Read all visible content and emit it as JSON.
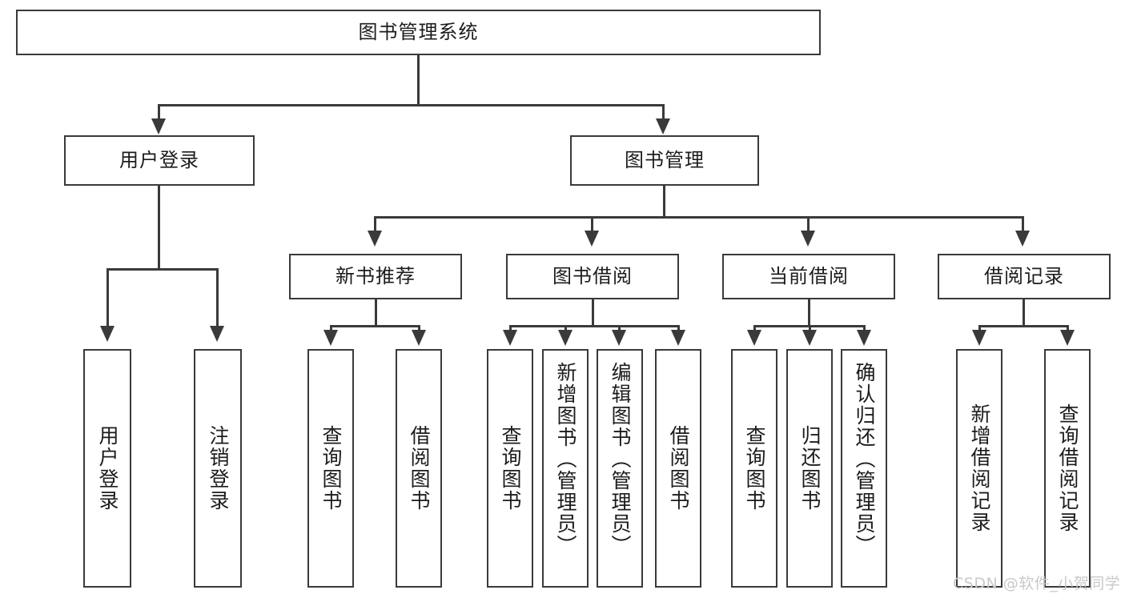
{
  "diagram": {
    "title": "图书管理系统",
    "type": "tree",
    "root": {
      "label": "图书管理系统"
    },
    "level1": [
      {
        "label": "用户登录"
      },
      {
        "label": "图书管理"
      }
    ],
    "level2": [
      {
        "label": "新书推荐"
      },
      {
        "label": "图书借阅"
      },
      {
        "label": "当前借阅"
      },
      {
        "label": "借阅记录"
      }
    ],
    "leaves": {
      "user_login": [
        {
          "label": "用户登录"
        },
        {
          "label": "注销登录"
        }
      ],
      "new_book": [
        {
          "label": "查询图书"
        },
        {
          "label": "借阅图书"
        }
      ],
      "book_borrow": [
        {
          "label": "查询图书"
        },
        {
          "label": "新增图书（管理员）"
        },
        {
          "label": "编辑图书（管理员）"
        },
        {
          "label": "借阅图书"
        }
      ],
      "current_borrow": [
        {
          "label": "查询图书"
        },
        {
          "label": "归还图书"
        },
        {
          "label": "确认归还（管理员）"
        }
      ],
      "borrow_record": [
        {
          "label": "新增借阅记录"
        },
        {
          "label": "查询借阅记录"
        }
      ]
    }
  },
  "watermark": {
    "text": "CSDN @软件_小贺同学"
  },
  "colors": {
    "stroke": "#3a3a3a",
    "text": "#1c1c1c",
    "background": "#ffffff",
    "watermark": "#c9c9c9"
  }
}
